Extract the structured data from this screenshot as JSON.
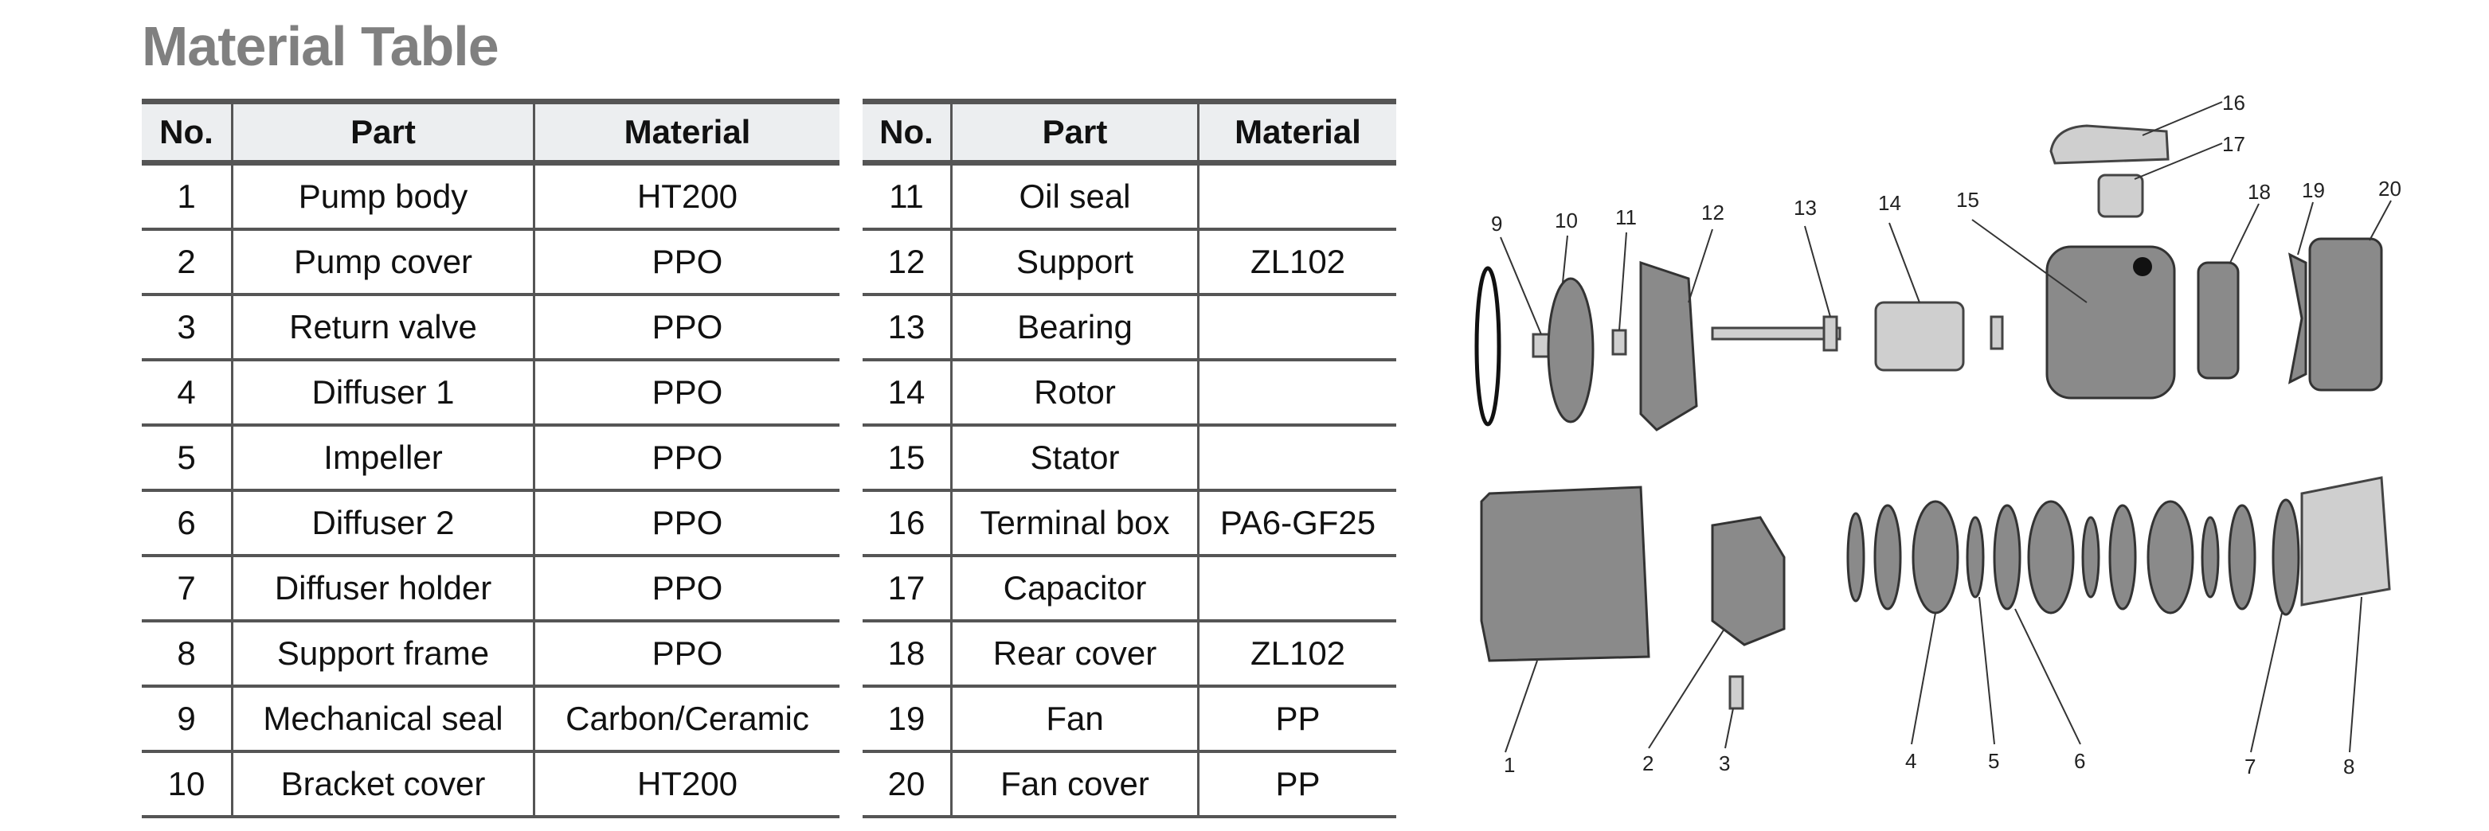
{
  "title": "Material Table",
  "headers": {
    "no": "No.",
    "part": "Part",
    "material": "Material"
  },
  "table_left": [
    {
      "no": "1",
      "part": "Pump body",
      "material": "HT200"
    },
    {
      "no": "2",
      "part": "Pump cover",
      "material": "PPO"
    },
    {
      "no": "3",
      "part": "Return valve",
      "material": "PPO"
    },
    {
      "no": "4",
      "part": "Diffuser 1",
      "material": "PPO"
    },
    {
      "no": "5",
      "part": "Impeller",
      "material": "PPO"
    },
    {
      "no": "6",
      "part": "Diffuser 2",
      "material": "PPO"
    },
    {
      "no": "7",
      "part": "Diffuser holder",
      "material": "PPO"
    },
    {
      "no": "8",
      "part": "Support frame",
      "material": "PPO"
    },
    {
      "no": "9",
      "part": "Mechanical seal",
      "material": "Carbon/Ceramic"
    },
    {
      "no": "10",
      "part": "Bracket cover",
      "material": "HT200"
    }
  ],
  "table_right": [
    {
      "no": "11",
      "part": "Oil seal",
      "material": ""
    },
    {
      "no": "12",
      "part": "Support",
      "material": "ZL102"
    },
    {
      "no": "13",
      "part": "Bearing",
      "material": ""
    },
    {
      "no": "14",
      "part": "Rotor",
      "material": ""
    },
    {
      "no": "15",
      "part": "Stator",
      "material": ""
    },
    {
      "no": "16",
      "part": "Terminal box",
      "material": "PA6-GF25"
    },
    {
      "no": "17",
      "part": "Capacitor",
      "material": ""
    },
    {
      "no": "18",
      "part": "Rear cover",
      "material": "ZL102"
    },
    {
      "no": "19",
      "part": "Fan",
      "material": "PP"
    },
    {
      "no": "20",
      "part": "Fan cover",
      "material": "PP"
    }
  ],
  "diagram_labels": [
    "1",
    "2",
    "3",
    "4",
    "5",
    "6",
    "7",
    "8",
    "9",
    "10",
    "11",
    "12",
    "13",
    "14",
    "15",
    "16",
    "17",
    "18",
    "19",
    "20"
  ]
}
